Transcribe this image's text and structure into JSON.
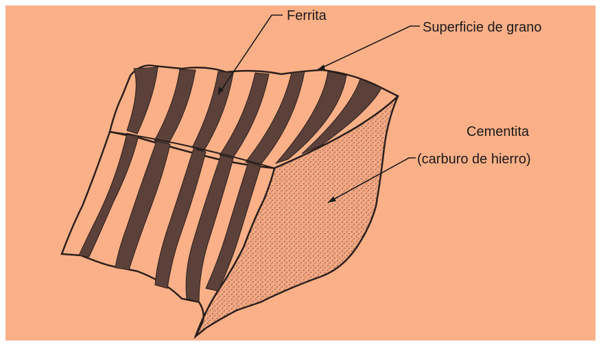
{
  "labels": {
    "ferrite": "Ferrita",
    "grain_surface": "Superficie de grano",
    "cementite_line1": "Cementita",
    "cementite_line2": "(carburo de hierro)"
  },
  "colors": {
    "background": "#fbb088",
    "dark_band": "#5b4139",
    "light_band": "#fbb088",
    "outline": "#2a1f1c",
    "stipple": "#7a5a4e"
  }
}
